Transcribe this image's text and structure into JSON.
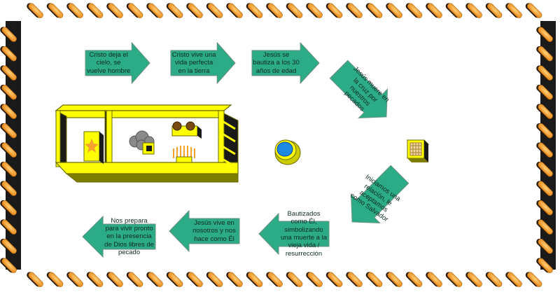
{
  "colors": {
    "arrow_fill": "#2bab86",
    "arrow_stroke": "#6d8f80",
    "frame_dark": "#1a1a1a",
    "peg_orange": "#f7a22e",
    "peg_dark": "#2a1a0a",
    "yellow": "#ffff00",
    "olive": "#7d7d00",
    "laver_blue": "#1e88e5"
  },
  "steps": [
    {
      "text": "Cristo deja el cielo, se vuelve hombre"
    },
    {
      "text": "Cristo vive una vida perfecta en la tierra"
    },
    {
      "text": "Jesús se bautiza a los 30 años de edad"
    },
    {
      "text": "Jesús muere en la cruz por nuestros pecados"
    },
    {
      "text": "Iniciamos una relación, le aceptamos como Salvador"
    },
    {
      "text": "Bautizados como Él, simbolizando una muerte a la vieja vida / resurrección"
    },
    {
      "text": "Jesús vive en nosotros y nos hace como Él"
    },
    {
      "text": "Nos prepara para vivir pronto en la presencia de Dios libres de pecado"
    }
  ],
  "icons": {
    "tabernacle": "tabernacle-icon",
    "ark": "ark-of-covenant-icon",
    "incense_cloud": "incense-cloud-icon",
    "showbread": "showbread-table-icon",
    "menorah": "menorah-icon",
    "laver": "laver-icon",
    "altar": "brazen-altar-icon"
  }
}
